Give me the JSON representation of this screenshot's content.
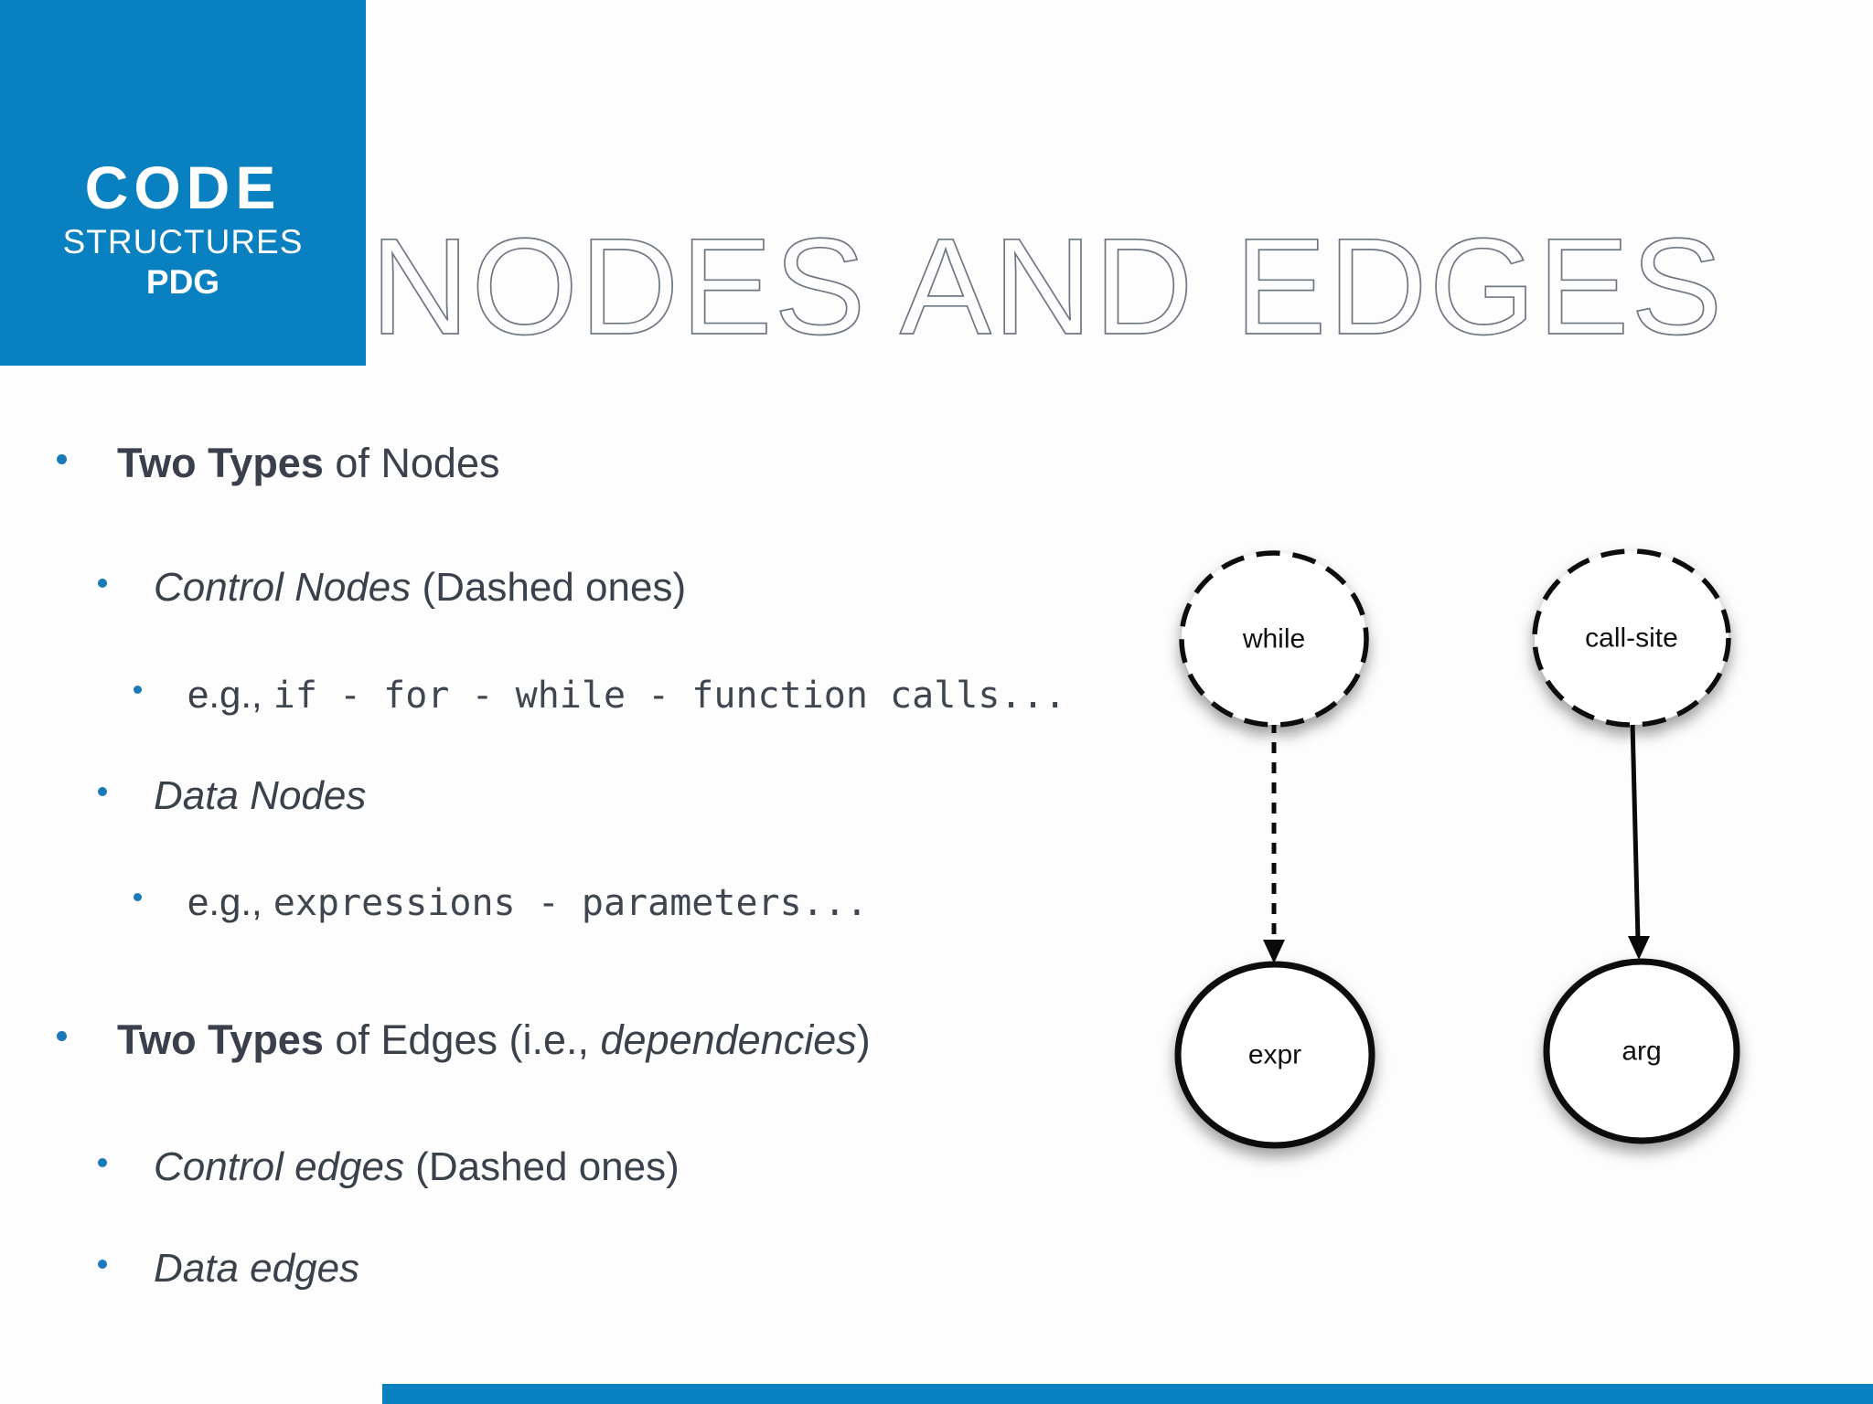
{
  "slide": {
    "brand": {
      "line1": "CODE",
      "line2": "STRUCTURES",
      "line3": "PDG"
    },
    "title": "NODES AND EDGES",
    "colors": {
      "accent_blue": "#0980bf",
      "title_gray": "#6e7683",
      "body_text": "#3a414b",
      "bullet_blue": "#187ab8",
      "node_stroke": "#0a0a0a"
    }
  },
  "bullets": {
    "two_types_nodes": {
      "bold": "Two Types",
      "rest": " of Nodes"
    },
    "control_nodes": {
      "italic": "Control Nodes",
      "rest": " (Dashed ones)"
    },
    "control_examples": {
      "prefix": "e.g.,",
      "code": "if - for - while - function calls..."
    },
    "data_nodes": {
      "italic": "Data Nodes"
    },
    "data_examples": {
      "prefix": "e.g.,",
      "code": "expressions - parameters..."
    },
    "two_types_edges": {
      "bold": "Two Types",
      "mid": " of Edges (i.e., ",
      "italic": "dependencies",
      "end": ")"
    },
    "control_edges": {
      "italic": "Control edges",
      "rest": " (Dashed ones)"
    },
    "data_edges": {
      "italic": "Data edges"
    }
  },
  "diagram": {
    "nodes": [
      {
        "id": "while",
        "label": "while",
        "border": "dashed"
      },
      {
        "id": "call-site",
        "label": "call-site",
        "border": "dashed"
      },
      {
        "id": "expr",
        "label": "expr",
        "border": "solid"
      },
      {
        "id": "arg",
        "label": "arg",
        "border": "solid"
      }
    ],
    "edges": [
      {
        "from": "while",
        "to": "expr",
        "style": "dashed"
      },
      {
        "from": "call-site",
        "to": "arg",
        "style": "solid"
      }
    ]
  }
}
